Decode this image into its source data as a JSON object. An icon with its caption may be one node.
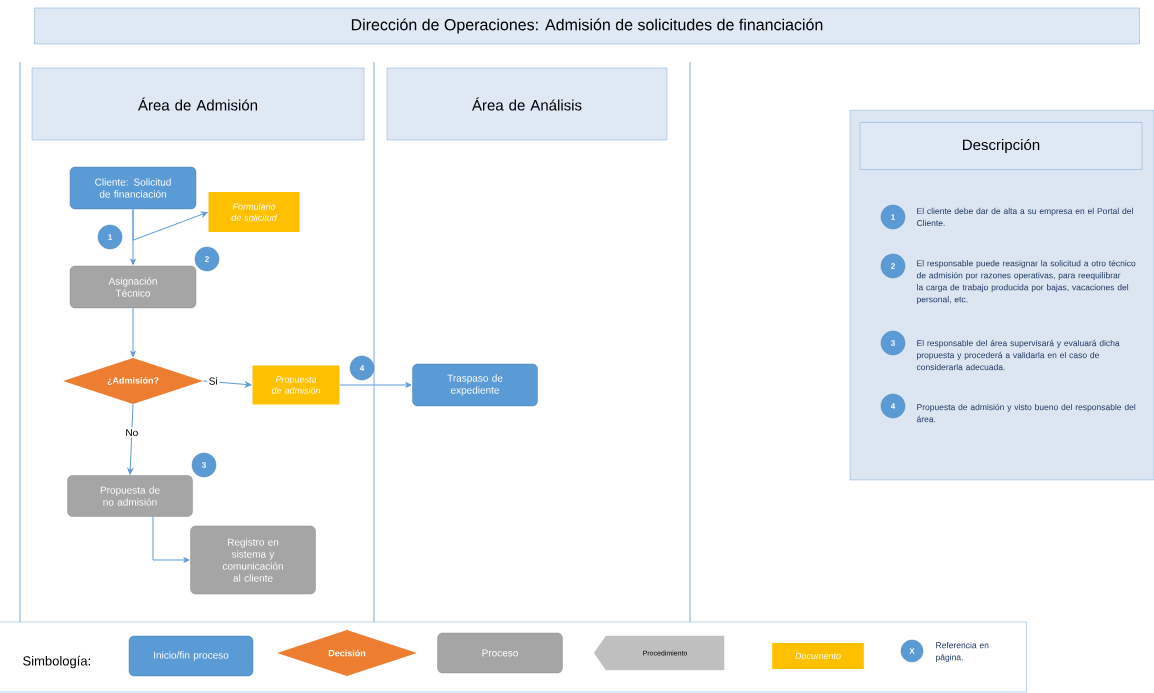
{
  "diagram": {
    "title": "Dirección de Operaciones: Admisión de solicitudes de financiación",
    "nodes": [
      {
        "text": [
          "Área de Admisión"
        ]
      },
      {
        "text": [
          "Área de Análisis"
        ]
      },
      {
        "text": [
          "Cliente: Solicitud de financiación"
        ]
      },
      {
        "text": [
          "Formulario de solicitud"
        ]
      },
      {
        "text": [
          "1"
        ]
      },
      {
        "text": [
          "2"
        ]
      },
      {
        "text": [
          "Asignación Técnico"
        ]
      },
      {
        "text": [
          "¿Admisión?"
        ]
      },
      {
        "text": [
          "Propuesta de admisión"
        ]
      },
      {
        "text": [
          "4"
        ]
      },
      {
        "text": [
          "Traspaso de expediente"
        ]
      },
      {
        "text": [
          "3"
        ]
      },
      {
        "text": [
          "Propuesta de no admisión"
        ]
      },
      {
        "text": [
          "Registro en sistema y comunicación al cliente"
        ]
      },
      {
        "text": [],
        "shape": "box"
      },
      {
        "text": [
          "Descripción"
        ],
        "in": 14
      },
      {
        "text": [
          "1"
        ],
        "in": 14,
        "beside": [
          "El cliente debe dar de alta a su empresa en el Portal del Cliente."
        ]
      },
      {
        "text": [
          "2"
        ],
        "in": 14,
        "beside": [
          "El responsable puede reasignar la solicitud a otro técnico de admisión por razones operativas, para reequilibrar la carga de trabajo producida por bajas, vacaciones del personal, etc."
        ]
      },
      {
        "text": [
          "3"
        ],
        "in": 14,
        "beside": [
          "El responsable del área supervisará y evaluará dicha propuesta y procederá a validarla en el caso de considerarla adecuada."
        ]
      },
      {
        "text": [
          "4"
        ],
        "in": 14,
        "beside": [
          "Propuesta de admisión y visto bueno del responsable del área."
        ]
      },
      {
        "text": [
          "Simbología:"
        ]
      },
      {
        "text": [
          "Inicio/fin proceso"
        ],
        "in": 20
      },
      {
        "text": [
          "Decisión"
        ],
        "in": 20
      },
      {
        "text": [
          "Proceso"
        ],
        "in": 20
      },
      {
        "text": [
          "Procedimiento"
        ],
        "in": 20
      },
      {
        "text": [
          "Documento"
        ],
        "in": 20
      },
      {
        "text": [
          "X"
        ],
        "in": 20,
        "beside": [
          "Referencia en página."
        ]
      }
    ],
    "edges": [
      {
        "from": 2,
        "to": 6,
        "arrow": "to"
      },
      {
        "from": 2,
        "to": 3,
        "arrow": "to"
      },
      {
        "from": 6,
        "to": 7,
        "arrow": "to"
      },
      {
        "from": 7,
        "to": 8,
        "arrow": "to",
        "label": "Si"
      },
      {
        "from": 7,
        "to": 12,
        "arrow": "to",
        "label": "No"
      },
      {
        "from": 8,
        "to": 10,
        "arrow": "to"
      },
      {
        "from": 12,
        "to": 13,
        "arrow": "to"
      }
    ]
  }
}
